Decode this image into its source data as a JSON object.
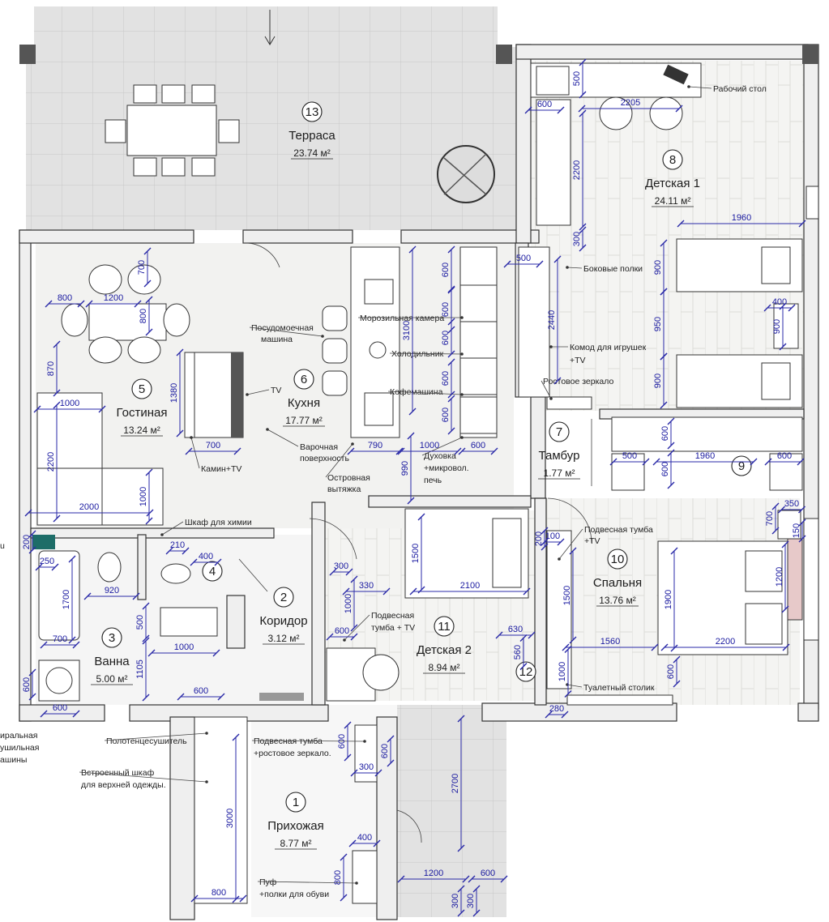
{
  "rooms": [
    {
      "id": "r13",
      "number": "13",
      "name": "Терраса",
      "area": "23.74 м²"
    },
    {
      "id": "r8",
      "number": "8",
      "name": "Детская 1",
      "area": "24.11 м²"
    },
    {
      "id": "r5",
      "number": "5",
      "name": "Гостиная",
      "area": "13.24 м²"
    },
    {
      "id": "r6",
      "number": "6",
      "name": "Кухня",
      "area": "17.77 м²"
    },
    {
      "id": "r7",
      "number": "7",
      "name": "Тамбур",
      "area": "1.77 м²"
    },
    {
      "id": "r9",
      "number": "9",
      "name": "",
      "area": ""
    },
    {
      "id": "r4",
      "number": "4",
      "name": "",
      "area": ""
    },
    {
      "id": "r2",
      "number": "2",
      "name": "Коридор",
      "area": "3.12 м²"
    },
    {
      "id": "r3",
      "number": "3",
      "name": "Ванна",
      "area": "5.00 м²"
    },
    {
      "id": "r11",
      "number": "11",
      "name": "Детская 2",
      "area": "8.94 м²"
    },
    {
      "id": "r12",
      "number": "12",
      "name": "",
      "area": ""
    },
    {
      "id": "r10",
      "number": "10",
      "name": "Спальня",
      "area": "13.76 м²"
    },
    {
      "id": "r1",
      "number": "1",
      "name": "Прихожая",
      "area": "8.77 м²"
    }
  ],
  "labels": {
    "work_desk": "Рабочий стол",
    "side_shelves": "Боковые полки",
    "toy_dresser": "Комод для игрушек",
    "toy_dresser_2": "+TV",
    "mirror": "Ростовое зеркало",
    "freezer": "Морозильная камера",
    "fridge": "Холодильник",
    "coffee": "Кофемашина",
    "dishwasher": "Посудомоечная",
    "dishwasher_2": "машина",
    "tv": "TV",
    "cooktop": "Варочная",
    "cooktop_2": "поверхность",
    "hood": "Островная",
    "hood_2": "вытяжка",
    "oven": "Духовка",
    "oven_2": "+микровол.",
    "oven_3": "печь",
    "fireplace": "Камин+TV",
    "chem_cabinet": "Шкаф для химии",
    "hanging_cab_bed": "Подвесная тумба",
    "hanging_cab_bed_2": "+TV",
    "hanging_cab_kid": "Подвесная",
    "hanging_cab_kid_2": "тумба + TV",
    "vanity": "Туалетный столик",
    "towel": "Полотенцесушитель",
    "wardrobe": "Встроенный шкаф",
    "wardrobe_2": "для верхней одежды.",
    "hall_cabinet": "Подвесная тумба",
    "hall_cabinet_2": "+ростовое зеркало.",
    "pouf": "Пуф",
    "pouf_2": "+полки для обуви",
    "washer": "иральная",
    "washer_2": "ушильная",
    "washer_3": "ашины",
    "edge_u": "u"
  },
  "dimensions": [
    "500",
    "600",
    "2205",
    "2200",
    "300",
    "1960",
    "500",
    "900",
    "950",
    "900",
    "400",
    "900",
    "2440",
    "600",
    "600",
    "600",
    "600",
    "600",
    "3100",
    "700",
    "1200",
    "800",
    "800",
    "870",
    "1000",
    "1380",
    "700",
    "2200",
    "2000",
    "1000",
    "790",
    "1000",
    "600",
    "990",
    "1500",
    "2100",
    "330",
    "1000",
    "600",
    "630",
    "560",
    "1000",
    "1500",
    "1560",
    "2200",
    "700",
    "1200",
    "1900",
    "350",
    "150",
    "500",
    "1960",
    "600",
    "600",
    "600",
    "250",
    "920",
    "1700",
    "700",
    "200",
    "210",
    "400",
    "500",
    "1000",
    "1105",
    "600",
    "600",
    "600",
    "200",
    "600",
    "300",
    "600",
    "3000",
    "800",
    "400",
    "800",
    "2700",
    "1200",
    "600",
    "300",
    "300",
    "280",
    "100",
    "300",
    "600"
  ]
}
